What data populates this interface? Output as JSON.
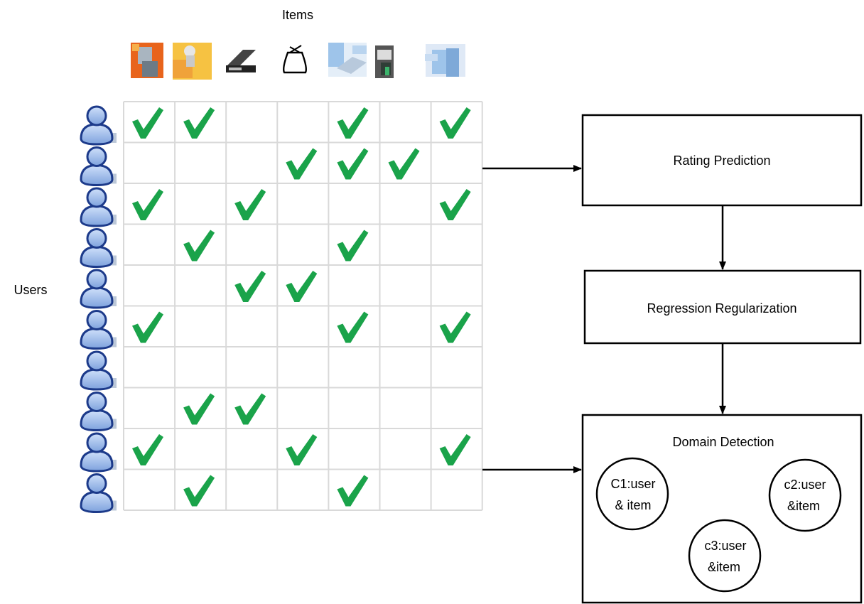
{
  "labels": {
    "items": "Items",
    "users": "Users"
  },
  "item_icons": [
    "tools-icon",
    "box-icon",
    "tray-icon",
    "bag-icon",
    "keyboard-icon",
    "cabinet-icon",
    "shelf-icon"
  ],
  "user_icon": "user-icon",
  "matrix": [
    [
      1,
      1,
      0,
      0,
      1,
      0,
      1
    ],
    [
      0,
      0,
      0,
      1,
      1,
      1,
      0
    ],
    [
      1,
      0,
      1,
      0,
      0,
      0,
      1
    ],
    [
      0,
      1,
      0,
      0,
      1,
      0,
      0
    ],
    [
      0,
      0,
      1,
      1,
      0,
      0,
      0
    ],
    [
      1,
      0,
      0,
      0,
      1,
      0,
      1
    ],
    [
      0,
      0,
      0,
      0,
      0,
      0,
      0
    ],
    [
      0,
      1,
      1,
      0,
      0,
      0,
      0
    ],
    [
      1,
      0,
      0,
      1,
      0,
      0,
      1
    ],
    [
      0,
      1,
      0,
      0,
      1,
      0,
      0
    ]
  ],
  "boxes": {
    "rating": "Rating Prediction",
    "regression": "Regression Regularization",
    "domain": "Domain Detection"
  },
  "clusters": {
    "c1_line1": "C1:user",
    "c1_line2": "& item",
    "c2_line1": "c2:user",
    "c2_line2": "&item",
    "c3_line1": "c3:user",
    "c3_line2": "&item"
  },
  "colors": {
    "check": "#1aa34a",
    "grid": "#d9d9d9",
    "user_body": "#8fb0e0",
    "user_outline": "#1c3a8a"
  }
}
